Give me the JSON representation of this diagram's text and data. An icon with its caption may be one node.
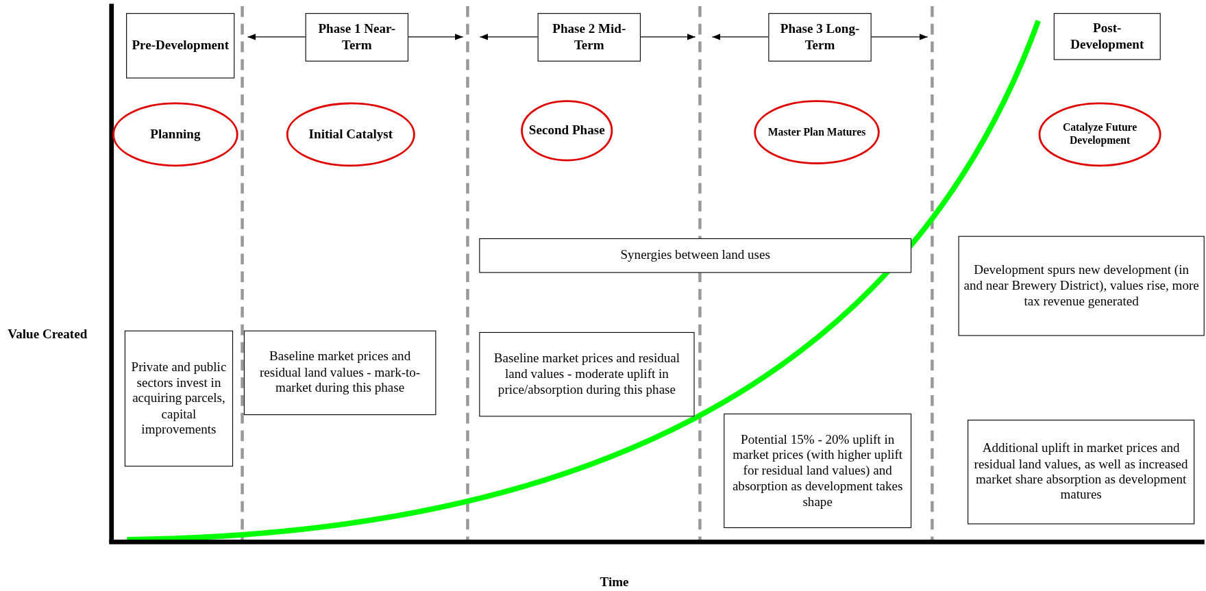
{
  "diagram": {
    "nodes": [
      {
        "text": [
          "Pre-Development"
        ]
      },
      {
        "text": [
          "Phase 1 Near-Term"
        ]
      },
      {
        "text": [
          "Phase 2 Mid-Term"
        ]
      },
      {
        "text": [
          "Phase 3 Long-Term"
        ]
      },
      {
        "text": [
          "Post-Development"
        ]
      },
      {
        "text": [
          "Planning"
        ]
      },
      {
        "text": [
          "Initial Catalyst"
        ]
      },
      {
        "text": [
          "Second Phase"
        ]
      },
      {
        "text": [
          "Master Plan Matures"
        ]
      },
      {
        "text": [
          "Catalyze Future Development"
        ]
      },
      {
        "text": [
          "Synergies between land uses"
        ]
      },
      {
        "text": [
          "Development spurs new development (in and near Brewery District), values rise, more tax revenue generated"
        ]
      },
      {
        "text": [
          "Private and public sectors invest in acquiring parcels, capital improvements"
        ]
      },
      {
        "text": [
          "Baseline market prices and residual land values - mark-to-market during this phase"
        ]
      },
      {
        "text": [
          "Baseline market prices and residual land values - moderate uplift in price/absorption during this phase"
        ]
      },
      {
        "text": [
          "Potential 15% - 20% uplift in market prices (with higher uplift for residual land values) and absorption as development takes shape"
        ]
      },
      {
        "text": [
          "Additional uplift in market prices and residual land values, as well as increased market share absorption as development matures"
        ]
      }
    ],
    "labels": [
      "Value Created",
      "Time"
    ]
  }
}
